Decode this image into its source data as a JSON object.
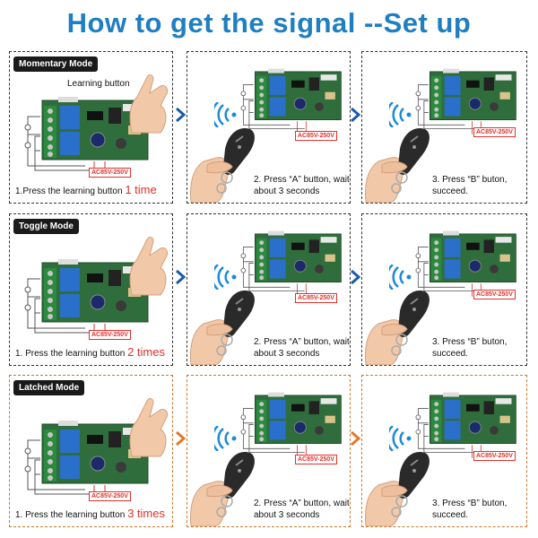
{
  "title": "How to get the signal --Set up",
  "board_label": "AC85V-250V",
  "learning_button_label": "Learning button",
  "step2_text": "2. Press  “A” button, wait about 3 seconds",
  "step3_text": "3. Press  “B” buton, succeed.",
  "modes": [
    {
      "name": "Momentary Mode",
      "step1_prefix": "1.Press the learning button",
      "count": "1 time",
      "show_learning_label": true
    },
    {
      "name": "Toggle Mode",
      "step1_prefix": "1. Press the learning button",
      "count": "2 times",
      "show_learning_label": false
    },
    {
      "name": "Latched Mode",
      "step1_prefix": "1. Press the learning button",
      "count": "3 times",
      "show_learning_label": false
    }
  ],
  "colors": {
    "title": "#1f7fc0",
    "count": "#e0302a",
    "arrow_blue": "#1c5aa8",
    "arrow_orange": "#e07a2a",
    "board_green": "#2f6e3c",
    "relay_blue": "#2a6fc9"
  }
}
